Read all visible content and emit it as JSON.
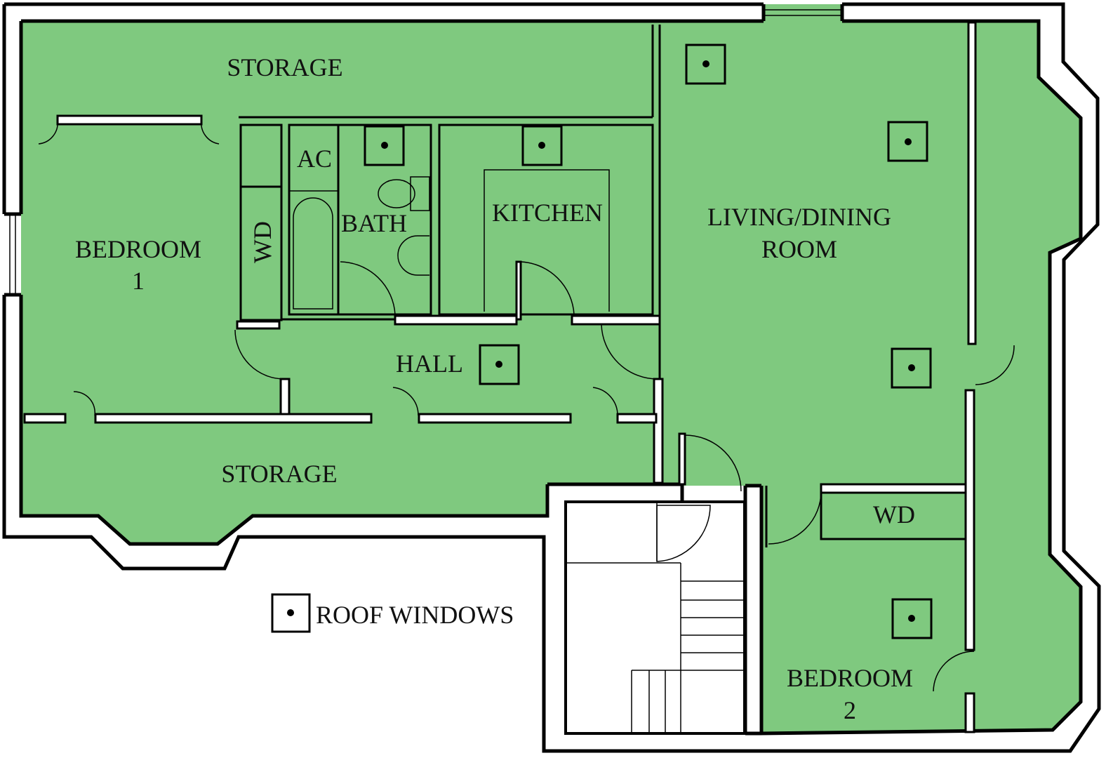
{
  "rooms": {
    "storage_top": "STORAGE",
    "storage_bottom": "STORAGE",
    "bedroom1_line1": "BEDROOM",
    "bedroom1_line2": "1",
    "wd_left": "WD",
    "ac": "AC",
    "bath": "BATH",
    "kitchen": "KITCHEN",
    "hall": "HALL",
    "living_line1": "LIVING/DINING",
    "living_line2": "ROOM",
    "wd_right": "WD",
    "bedroom2_line1": "BEDROOM",
    "bedroom2_line2": "2"
  },
  "legend": {
    "label": "ROOF WINDOWS",
    "icon": "roof-window-icon"
  },
  "colors": {
    "floor": "#7fc97f",
    "wall": "#000000",
    "background": "#ffffff"
  }
}
